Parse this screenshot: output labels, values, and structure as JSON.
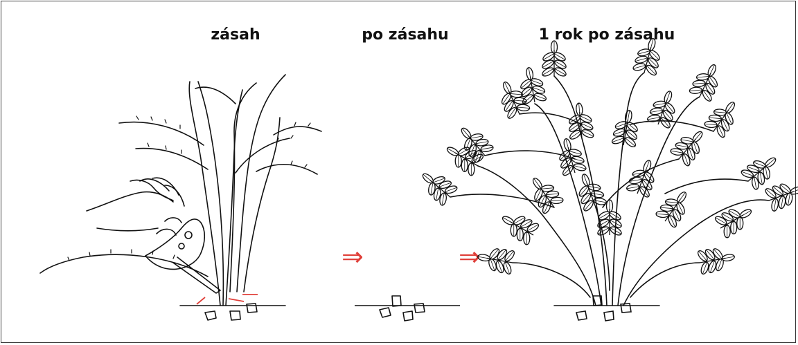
{
  "panels": [
    {
      "label": "zásah"
    },
    {
      "label": "po zásahu"
    },
    {
      "label": "1 rok po zásahu"
    }
  ],
  "arrow_glyph": "⇒",
  "colors": {
    "line": "#111111",
    "cut_mark": "#e0403a",
    "arrow": "#e0403a",
    "border": "#3a3a3a"
  }
}
